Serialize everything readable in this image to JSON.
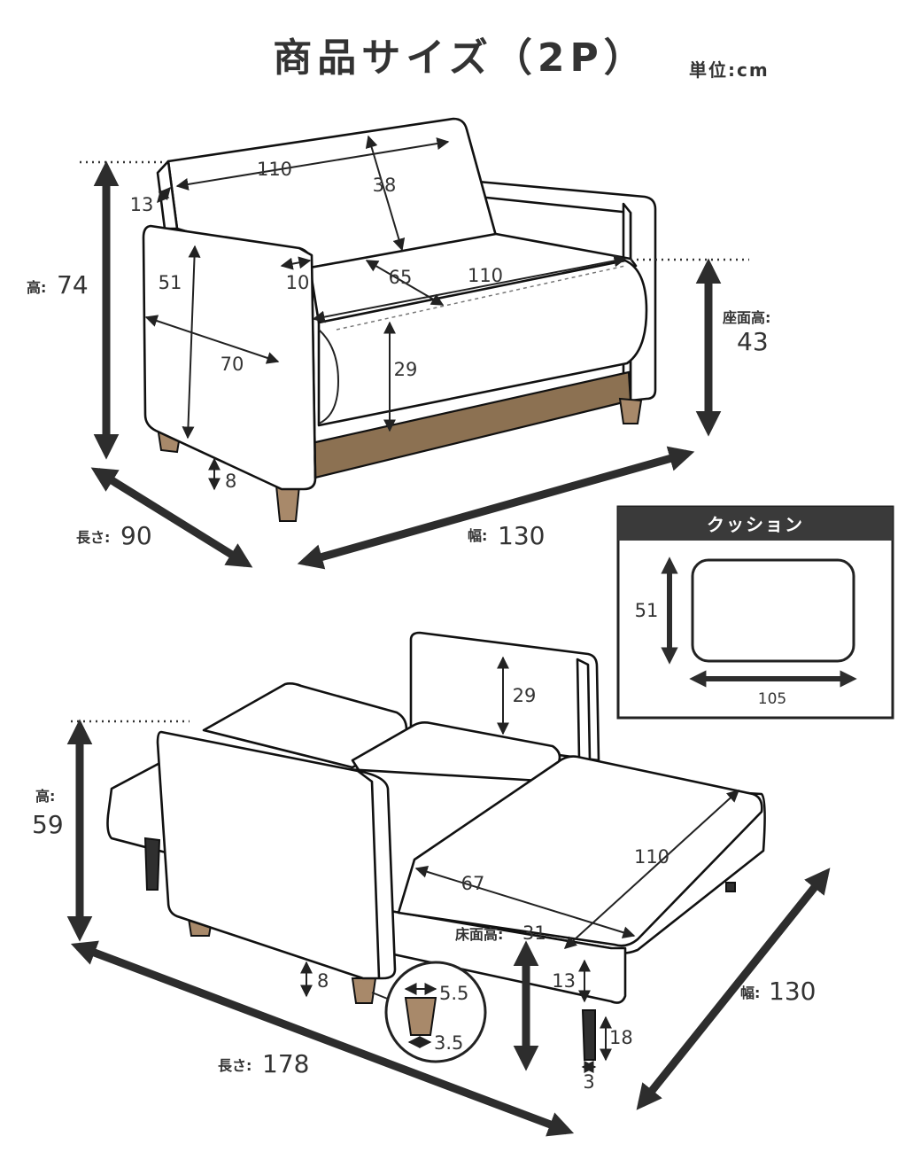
{
  "header": {
    "title": "商品サイズ（2P）",
    "unit": "単位:cm"
  },
  "sofa": {
    "back_width": "110",
    "back_depth": "13",
    "back_height": "38",
    "arm_height": "51",
    "arm_width": "10",
    "arm_length": "70",
    "seat_depth": "65",
    "seat_width": "110",
    "seat_cushion": "29",
    "height_label": "高:",
    "height": "74",
    "seat_height_label": "座面高:",
    "seat_height": "43",
    "leg_height": "8",
    "length_label": "長さ:",
    "length": "90",
    "width_label": "幅:",
    "width": "130"
  },
  "cushion": {
    "title": "クッション",
    "height": "51",
    "width": "105"
  },
  "bed": {
    "back_height": "29",
    "height_label": "高:",
    "height": "59",
    "depth": "67",
    "length_inner": "110",
    "floor_height_label": "床面高:",
    "floor_height": "31",
    "frame": "13",
    "leg_height": "8",
    "leg_top": "5.5",
    "leg_bottom": "3.5",
    "metal_leg": "18",
    "metal_leg_w": "3",
    "length_label": "長さ:",
    "length": "178",
    "width_label": "幅:",
    "width": "130"
  }
}
